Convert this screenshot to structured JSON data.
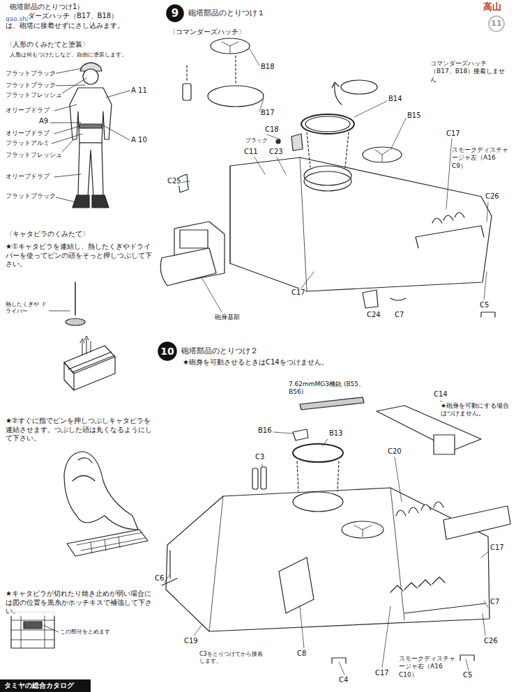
{
  "diagram": {
    "nodes": [
      {
        "text": [
          "9",
          "砲塔部品のとりつけ１"
        ]
      },
      {
        "text": [
          "10",
          "砲塔部品のとりつけ２"
        ]
      },
      {
        "text": [
          "11"
        ]
      },
      {
        "text": [
          "タミヤの総合カタログ"
        ]
      }
    ],
    "labels": [
      "gao.shan.com",
      "高山",
      "砲塔部品のとりつけ1）",
      "ダーズハッチ（B17、B18）",
      "は、砲塔に接着せずにさし込みます。",
      "〈人形のくみたてと塗装〉",
      "人形は何もつけたしなど、自由に塗装します。",
      "フラットブラック",
      "フラットブラック",
      "フラットフレッシュ",
      "オリーブドラブ",
      "A 11",
      "A9",
      "オリーブドラブ",
      "A 10",
      "フラットアルミ",
      "フラットフレッシュ",
      "オリーブドラブ",
      "フラットブラック",
      "〈キャタピラのくみたて〉",
      "★①キャタピラを連結し、熱したくぎやドライバーを使ってピンの頭をそっと押しつぶして下さい。",
      "熱したくぎや ドライバー",
      "★②すぐに指でピンを押しつぶしキャタピラを連結させます。つぶした頭は丸くなるようにして下さい。",
      "★キャタピラが切れたり焼き止めが弱い場合には図の位置を黒糸かホッチキスで補強して下さい。",
      "この部分をとめます",
      "〈コマンダーズハッチ〉",
      "B18",
      "B17",
      "C18",
      "ブラック",
      "C11",
      "C23",
      "C25",
      "砲身基部",
      "B14",
      "B15",
      "コマンダーズハッチ（B17、B18）接着しません",
      "C17",
      "スモークディスチャージャ左（A16 C9）",
      "C26",
      "C5",
      "C17",
      "C24",
      "C7",
      "★砲身を可動させるときはC14をつけません。",
      "7.62mmMG3機銃 (B55、B56)",
      "B16",
      "B13",
      "C3",
      "C14",
      "★砲身を可動にする場合はつけません。",
      "C20",
      "C17",
      "C7",
      "C26",
      "C5",
      "スモークディスチャージャ右（A16 C10）",
      "C17",
      "C4",
      "C8",
      "C19",
      "C3をとりつけてから接着します。",
      "C6"
    ]
  }
}
